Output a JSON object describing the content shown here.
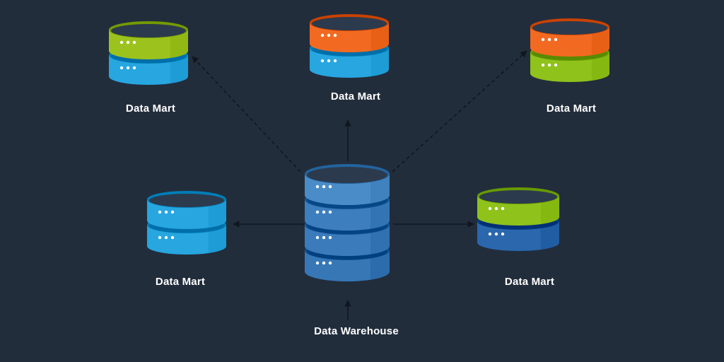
{
  "warehouse": {
    "label": "Data Warehouse",
    "colors": [
      "#4a8cc7",
      "#3d7fbe",
      "#3b7bbb",
      "#3777b6"
    ]
  },
  "marts": [
    {
      "id": "top-left",
      "label": "Data Mart",
      "colors": [
        "#9cc21d",
        "#27a6e0"
      ]
    },
    {
      "id": "top-center",
      "label": "Data Mart",
      "colors": [
        "#f26a21",
        "#27a6e0"
      ]
    },
    {
      "id": "top-right",
      "label": "Data Mart",
      "colors": [
        "#f26a21",
        "#8fc21b"
      ]
    },
    {
      "id": "mid-left",
      "label": "Data Mart",
      "colors": [
        "#27a6e0",
        "#27a6e0"
      ]
    },
    {
      "id": "mid-right",
      "label": "Data Mart",
      "colors": [
        "#8fc21b",
        "#2a67ad"
      ]
    }
  ],
  "connections": [
    {
      "from": "warehouse",
      "to": "top-left",
      "style": "dashed"
    },
    {
      "from": "warehouse",
      "to": "top-center",
      "style": "solid"
    },
    {
      "from": "warehouse",
      "to": "top-right",
      "style": "dashed"
    },
    {
      "from": "warehouse",
      "to": "mid-left",
      "style": "solid"
    },
    {
      "from": "warehouse",
      "to": "mid-right",
      "style": "solid"
    },
    {
      "from": "input",
      "to": "warehouse",
      "style": "solid"
    }
  ],
  "colors": {
    "background": "#222d3c",
    "cylinder_top": "#2c3a4d",
    "arrow": "#0f1620",
    "dots": "#ffffff"
  }
}
